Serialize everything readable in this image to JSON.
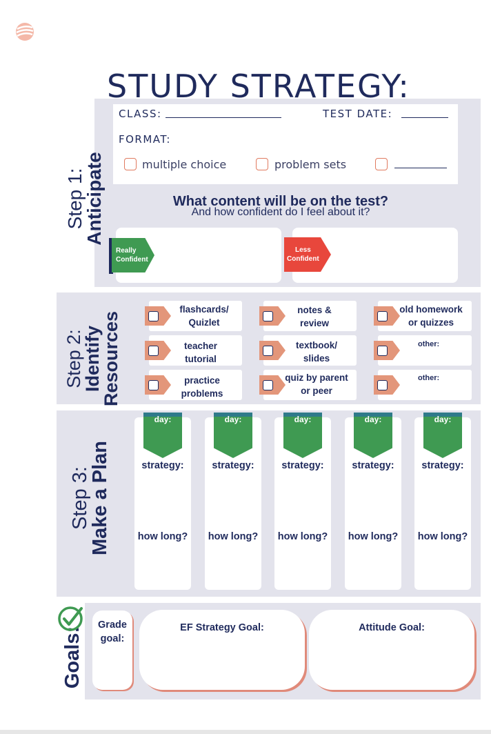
{
  "title": "STUDY STRATEGY:",
  "step1": {
    "label_light": "Step 1:",
    "label_bold": "Anticipate",
    "class_label": "CLASS:",
    "test_date_label": "TEST DATE:",
    "format_label": "FORMAT:",
    "format_options": [
      "multiple choice",
      "problem sets",
      ""
    ],
    "question": "What content will be on the test?",
    "subquestion": "And how confident do I feel about it?",
    "really_confident": [
      "Really",
      "Confident"
    ],
    "less_confident": [
      "Less",
      "Confident"
    ]
  },
  "step2": {
    "label_light": "Step 2:",
    "label_bold_1": "Identify",
    "label_bold_2": "Resources",
    "resources": [
      [
        "flashcards/",
        "Quizlet"
      ],
      [
        "notes &",
        "review"
      ],
      [
        "old homework",
        "or quizzes"
      ],
      [
        "teacher",
        "tutorial"
      ],
      [
        "textbook/",
        "slides"
      ],
      [
        "other:"
      ],
      [
        "practice",
        "problems"
      ],
      [
        "quiz by parent",
        "or peer"
      ],
      [
        "other:"
      ]
    ]
  },
  "step3": {
    "label_light": "Step 3:",
    "label_bold": "Make a Plan",
    "columns": [
      {
        "day": "day:",
        "strategy": "strategy:",
        "how_long": "how long?"
      },
      {
        "day": "day:",
        "strategy": "strategy:",
        "how_long": "how long?"
      },
      {
        "day": "day:",
        "strategy": "strategy:",
        "how_long": "how long?"
      },
      {
        "day": "day:",
        "strategy": "strategy:",
        "how_long": "how long?"
      },
      {
        "day": "day:",
        "strategy": "strategy:",
        "how_long": "how long?"
      }
    ]
  },
  "goals": {
    "label": "Goals:",
    "grade_goal": [
      "Grade",
      "goal:"
    ],
    "ef_goal": "EF Strategy Goal:",
    "attitude_goal": "Attitude Goal:"
  },
  "colors": {
    "navy": "#1f2a5c",
    "panel": "#e3e3ec",
    "green": "#3f9a52",
    "red": "#e8473c",
    "salmon": "#e3967a"
  },
  "icons": [
    "stacked-logo-icon",
    "checkmark-circle-icon"
  ]
}
